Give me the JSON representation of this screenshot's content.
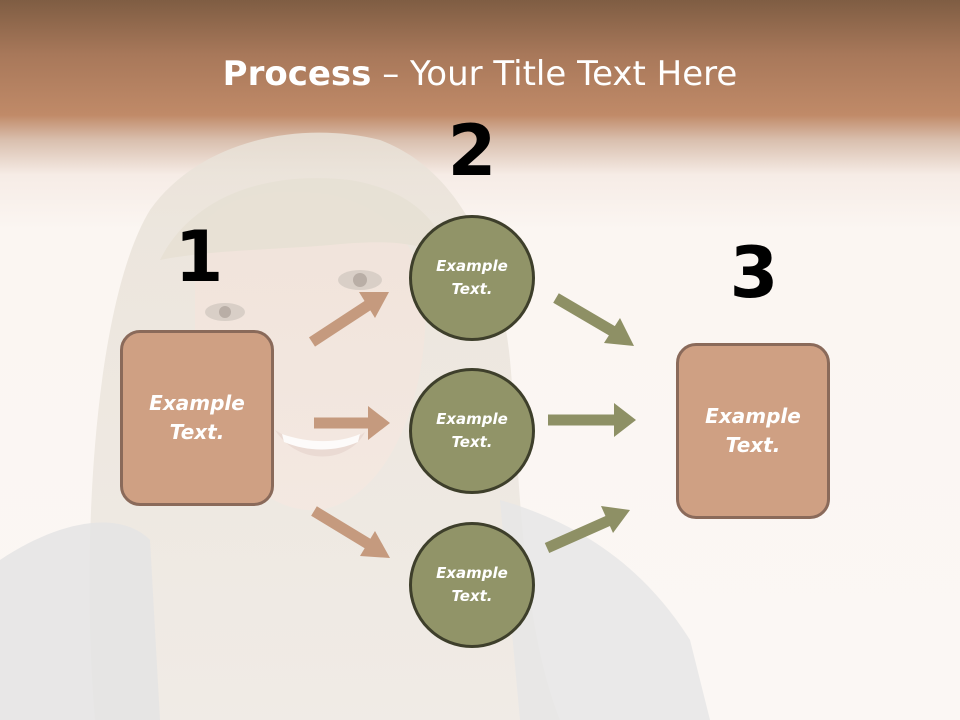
{
  "title": {
    "bold": "Process",
    "dash": " – ",
    "rest": "Your Title Text Here"
  },
  "steps": [
    {
      "number": "1"
    },
    {
      "number": "2"
    },
    {
      "number": "3"
    }
  ],
  "left_box": {
    "line1": "Example",
    "line2": "Text."
  },
  "right_box": {
    "line1": "Example",
    "line2": "Text."
  },
  "circles": [
    {
      "line1": "Example",
      "line2": "Text."
    },
    {
      "line1": "Example",
      "line2": "Text."
    },
    {
      "line1": "Example",
      "line2": "Text."
    }
  ],
  "colors": {
    "header_brown": "#a8785a",
    "box_fill": "#cfa083",
    "box_border": "#8a6a5a",
    "circle_fill": "#919468",
    "circle_border": "#3e3f2b",
    "arrow_left": "#c59a7e",
    "arrow_right": "#8e9065"
  }
}
